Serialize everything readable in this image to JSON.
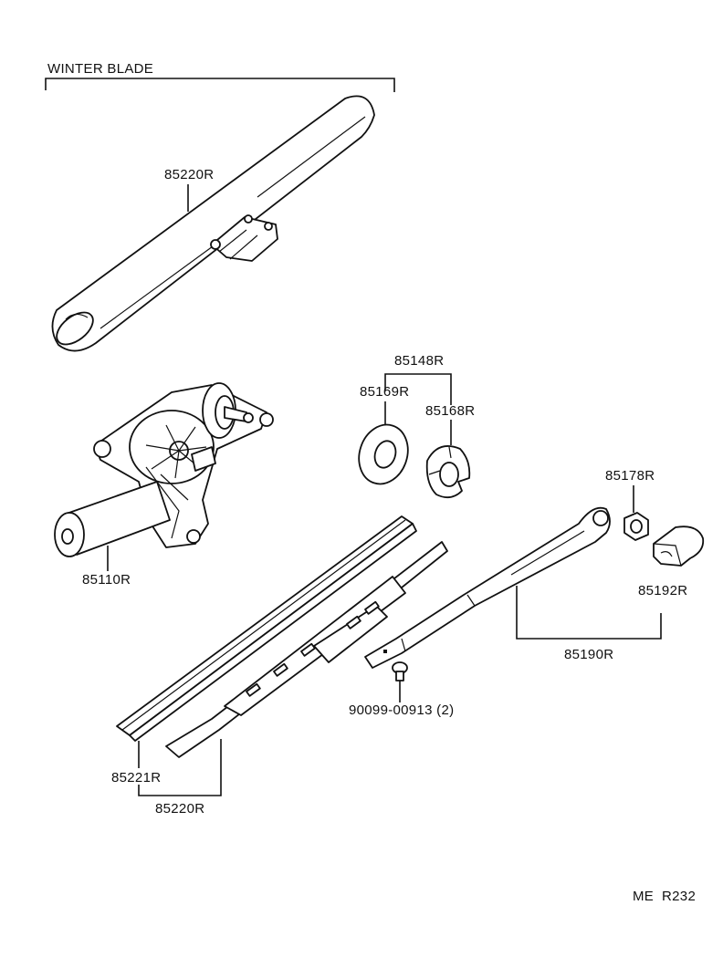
{
  "header": {
    "section_label": "WINTER BLADE"
  },
  "parts": {
    "winter_blade": "85220R",
    "insulator_set": "85148R",
    "washer": "85169R",
    "insulator": "85168R",
    "motor": "85110R",
    "nut": "85178R",
    "arm_cap": "85192R",
    "arm_assy": "85190R",
    "screw": "90099-00913 (2)",
    "rubber": "85221R",
    "blade": "85220R"
  },
  "footer": {
    "page_code": "ME  R232"
  }
}
